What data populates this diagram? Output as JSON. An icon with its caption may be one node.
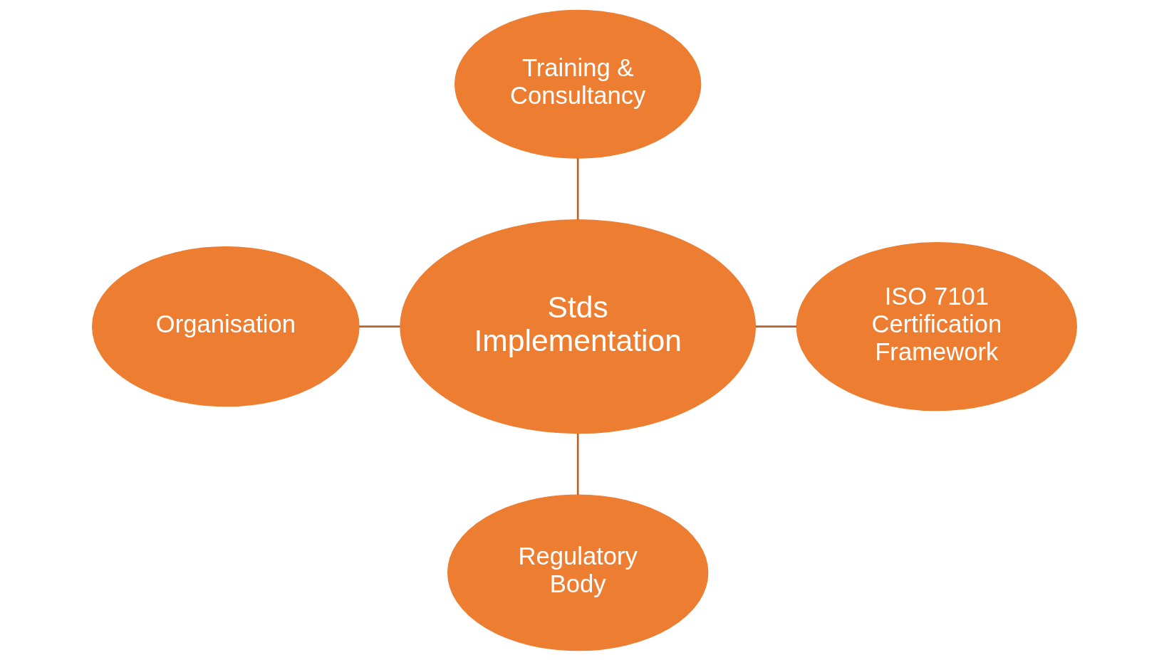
{
  "diagram": {
    "nodes": [
      {
        "text": [
          "Training & Consultancy"
        ]
      },
      {
        "text": [
          "Organisation"
        ]
      },
      {
        "text": [
          "Stds Implementation"
        ]
      },
      {
        "text": [
          "ISO 7101 Certification Framework"
        ]
      },
      {
        "text": [
          "Regulatory Body"
        ]
      }
    ],
    "edges": [
      {
        "from": 0,
        "to": 2,
        "arrow": "none"
      },
      {
        "from": 1,
        "to": 2,
        "arrow": "none"
      },
      {
        "from": 2,
        "to": 3,
        "arrow": "none"
      },
      {
        "from": 2,
        "to": 4,
        "arrow": "none"
      }
    ]
  }
}
